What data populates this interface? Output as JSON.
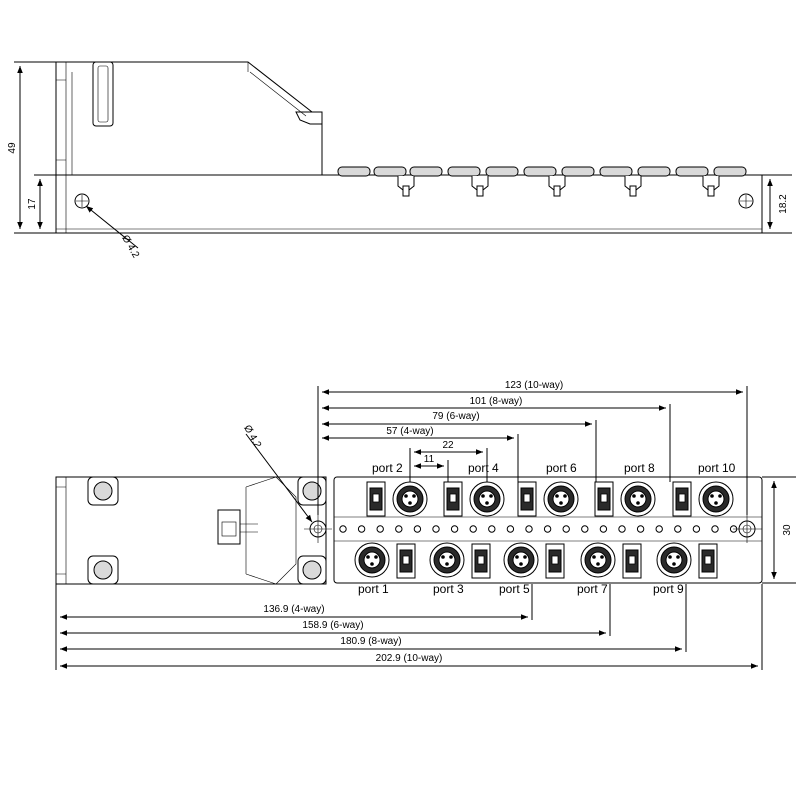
{
  "side_view": {
    "dims": {
      "height_total": "49",
      "height_base": "17",
      "height_right": "18.2",
      "hole_diameter": "Ø 4.2"
    }
  },
  "top_view": {
    "hole_diameter": "Ø 4.2",
    "height": "30",
    "pitch_11": "11",
    "pitch_22": "22",
    "top_dims": [
      "123 (10-way)",
      "101 (8-way)",
      "79 (6-way)",
      "57 (4-way)"
    ],
    "bottom_dims": [
      "136.9 (4-way)",
      "158.9 (6-way)",
      "180.9 (8-way)",
      "202.9 (10-way)"
    ],
    "ports_top": [
      "port 2",
      "port 4",
      "port 6",
      "port 8",
      "port 10"
    ],
    "ports_bottom": [
      "port 1",
      "port 3",
      "port 5",
      "port 7",
      "port 9"
    ]
  }
}
